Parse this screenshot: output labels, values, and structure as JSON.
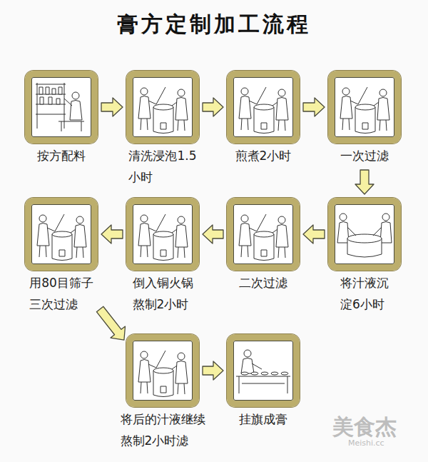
{
  "diagram": {
    "title": "膏方定制加工流程",
    "nodes": [
      {
        "text": [
          "按方配料"
        ]
      },
      {
        "text": [
          "清洗浸泡1.5 小时"
        ]
      },
      {
        "text": [
          "煎煮2小时"
        ]
      },
      {
        "text": [
          "一次过滤"
        ]
      },
      {
        "text": [
          "将汁液沉 淀6小时"
        ]
      },
      {
        "text": [
          "二次过滤"
        ]
      },
      {
        "text": [
          "倒入铜火锅 熬制2小时"
        ]
      },
      {
        "text": [
          "用80目筛子 三次过滤"
        ]
      },
      {
        "text": [
          "将后的汁液继续 熬制2小时滤"
        ]
      },
      {
        "text": [
          "挂旗成膏"
        ]
      }
    ],
    "edges": [
      {
        "from": 0,
        "to": 1,
        "arrow": "to"
      },
      {
        "from": 1,
        "to": 2,
        "arrow": "to"
      },
      {
        "from": 2,
        "to": 3,
        "arrow": "to"
      },
      {
        "from": 3,
        "to": 4,
        "arrow": "to"
      },
      {
        "from": 4,
        "to": 5,
        "arrow": "to"
      },
      {
        "from": 5,
        "to": 6,
        "arrow": "to"
      },
      {
        "from": 6,
        "to": 7,
        "arrow": "to"
      },
      {
        "from": 7,
        "to": 8,
        "arrow": "to"
      },
      {
        "from": 8,
        "to": 9,
        "arrow": "to"
      }
    ],
    "labels": [
      "美食杰",
      "Meishi.cc"
    ]
  }
}
